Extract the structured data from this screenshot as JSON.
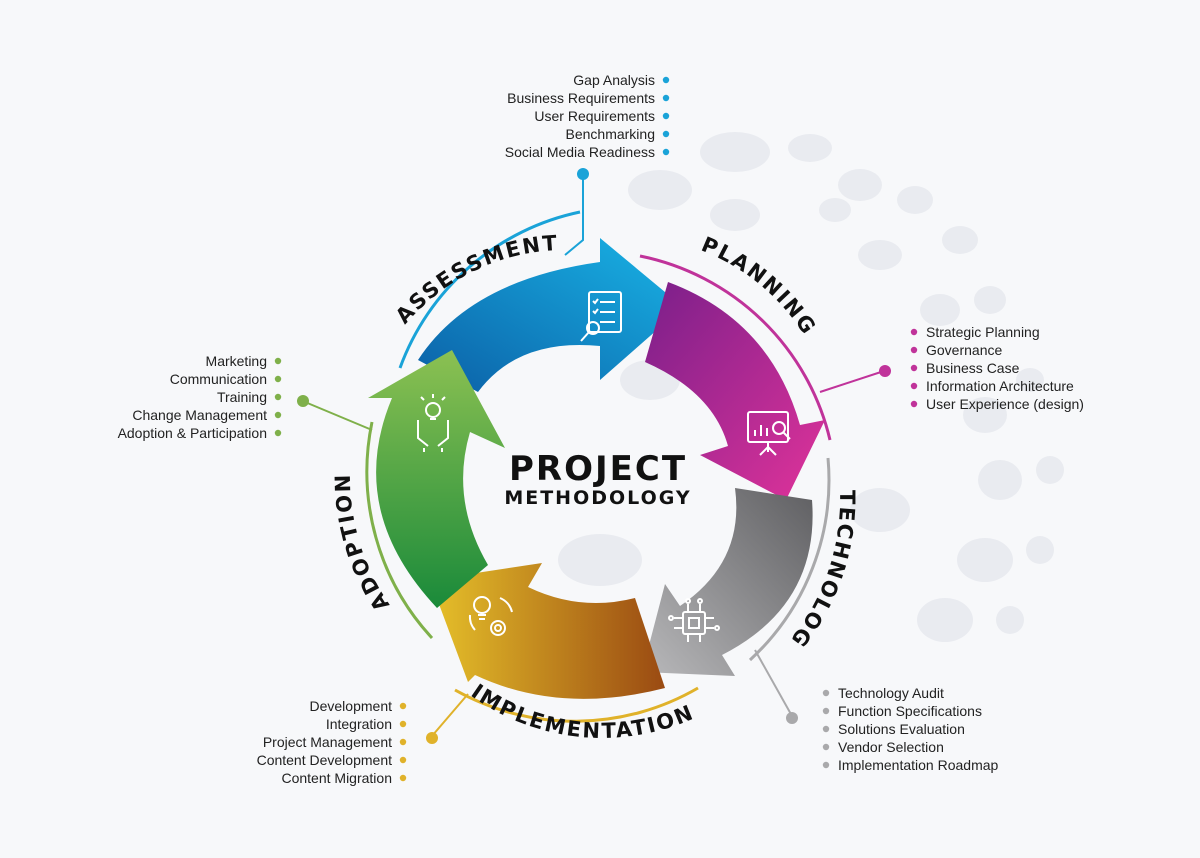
{
  "title": {
    "line1": "PROJECT",
    "line2": "METHODOLOGY"
  },
  "phases": [
    {
      "name": "ASSESSMENT",
      "color": "#1aa3d8",
      "icon": "checklist-search-icon",
      "items": [
        "Gap Analysis",
        "Business Requirements",
        "User Requirements",
        "Benchmarking",
        "Social Media Readiness"
      ]
    },
    {
      "name": "PLANNING",
      "color": "#c0339a",
      "icon": "presentation-chart-icon",
      "items": [
        "Strategic Planning",
        "Governance",
        "Business Case",
        "Information Architecture",
        "User Experience (design)"
      ]
    },
    {
      "name": "TECHNOLOGY",
      "color": "#a9a9ab",
      "icon": "chip-circuit-icon",
      "items": [
        "Technology Audit",
        "Function Specifications",
        "Solutions Evaluation",
        "Vendor Selection",
        "Implementation Roadmap"
      ]
    },
    {
      "name": "IMPLEMENTATION",
      "color": "#e0b22a",
      "icon": "lightbulb-gear-icon",
      "items": [
        "Development",
        "Integration",
        "Project Management",
        "Content Development",
        "Content Migration"
      ]
    },
    {
      "name": "ADOPTION",
      "color": "#7fb04a",
      "icon": "hands-lightbulb-icon",
      "items": [
        "Marketing",
        "Communication",
        "Training",
        "Change Management",
        "Adoption & Participation"
      ]
    }
  ]
}
